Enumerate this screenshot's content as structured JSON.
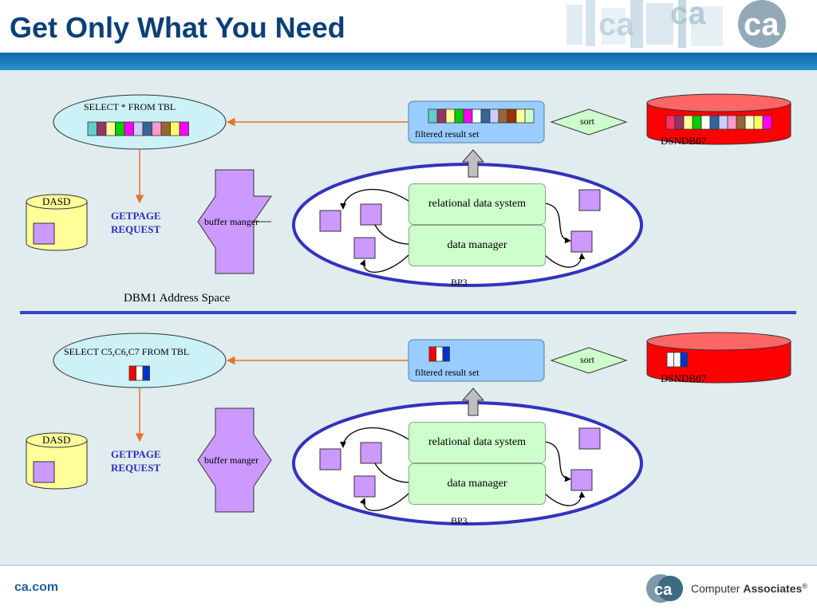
{
  "slide": {
    "title": "Get Only What You Need",
    "footer_url": "ca.com",
    "footer_company_light": "Computer",
    "footer_company_bold": "Associates"
  },
  "colors": {
    "title": "#0b3f78",
    "panel_bg": "#e0ecee",
    "ellipse_fill": "#ccf2f7",
    "big_ellipse_border": "#3333bb",
    "db_red": "#ff0000",
    "dasd_yellow": "#ffff99",
    "purple_block": "#cc99ff",
    "green_box": "#ccffcc",
    "blue_box": "#99ccff",
    "arrow_orange": "#e8732a",
    "divider_blue": "#3344cc"
  },
  "top": {
    "query": "SELECT * FROM TBL",
    "result_label": "filtered result set",
    "sort_label": "sort",
    "db_label": "DSNDB07",
    "dasd_label": "DASD",
    "getpage_line1": "GETPAGE",
    "getpage_line2": "REQUEST",
    "buffer_label": "buffer manger",
    "rds_label": "relational data system",
    "dm_label": "data manager",
    "bp_label": "BP3",
    "address_space": "DBM1 Address Space",
    "row_colors": [
      "#66cccc",
      "#993366",
      "#ffff99",
      "#00cc00",
      "#ff00ff",
      "#ccccff",
      "#336699",
      "#ff99cc",
      "#996633",
      "#ffff66",
      "#ff00ff"
    ],
    "result_colors": [
      "#66cccc",
      "#993366",
      "#ffff99",
      "#00cc00",
      "#ff00ff",
      "#ffffff",
      "#336699",
      "#ccccff",
      "#996633",
      "#993300",
      "#ffff99",
      "#ccffcc"
    ],
    "db_colors": [
      "#ff3366",
      "#993366",
      "#ffff99",
      "#00cc00",
      "#ffffff",
      "#336699",
      "#ccccff",
      "#ff99cc",
      "#996633",
      "#ffffcc",
      "#ffff66",
      "#ff00ff"
    ]
  },
  "bottom": {
    "query": "SELECT C5,C6,C7 FROM TBL",
    "result_label": "filtered result set",
    "sort_label": "sort",
    "db_label": "DSNDB07",
    "dasd_label": "DASD",
    "getpage_line1": "GETPAGE",
    "getpage_line2": "REQUEST",
    "buffer_label": "buffer manger",
    "rds_label": "relational data system",
    "dm_label": "data manager",
    "bp_label": "BP3",
    "row_colors": [
      "#ff0000",
      "#ffffff",
      "#0033cc"
    ],
    "result_colors": [
      "#ff0000",
      "#ffffff",
      "#0033cc"
    ],
    "db_colors": [
      "#ffffff",
      "#ffffff",
      "#0033cc"
    ]
  }
}
